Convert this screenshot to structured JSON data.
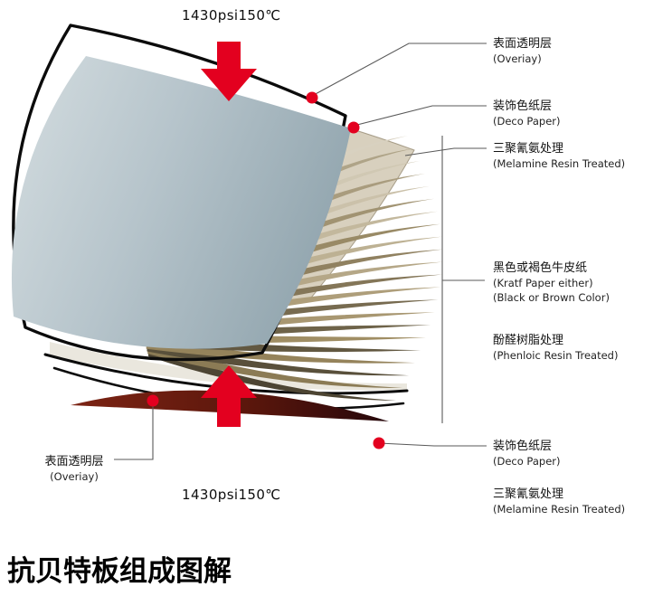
{
  "title": "抗贝特板组成图解",
  "pressure": {
    "top": "1430psi150℃",
    "bottom": "1430psi150℃"
  },
  "labels": {
    "overlay_top": {
      "zh": "表面透明层",
      "en": "(Overiay)"
    },
    "deco_top": {
      "zh": "装饰色纸层",
      "en": "(Deco Paper)"
    },
    "melamine_top": {
      "zh": "三聚氰氨处理",
      "en": "(Melamine Resin Treated)"
    },
    "kraft": {
      "zh": "黑色或褐色牛皮纸",
      "en_line1": "(Kratf Paper either)",
      "en_line2": "(Black or Brown Color)"
    },
    "phenolic": {
      "zh": "酚醛树脂处理",
      "en": "(Phenloic Resin Treated)"
    },
    "deco_bottom": {
      "zh": "装饰色纸层",
      "en": "(Deco Paper)"
    },
    "melamine_bottom": {
      "zh": "三聚氰氨处理",
      "en": "(Melamine Resin Treated)"
    },
    "overlay_bottom": {
      "zh": "表面透明层",
      "en": "(Overiay)"
    }
  },
  "colors": {
    "accent_red": "#e3001f",
    "overlay_blue": "#b6c4cb",
    "paper_beige": "#d8d0be",
    "maroon": "#5c170c",
    "leader_line": "#595959",
    "text": "#141414"
  }
}
